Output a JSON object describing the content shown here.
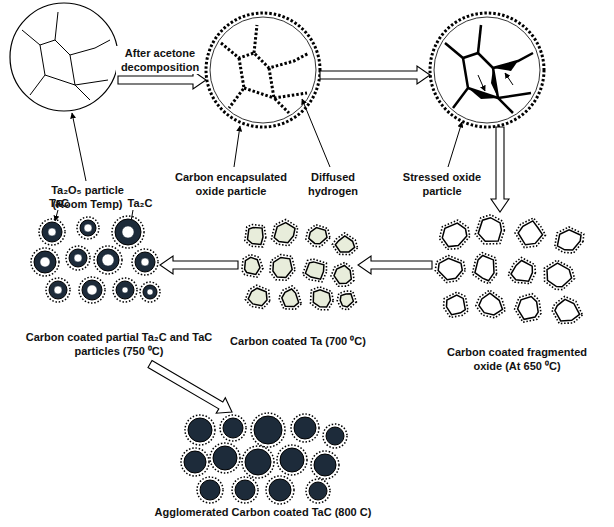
{
  "diagram": {
    "nodes": [
      {
        "text": [
          "Ta₂O₅ particle (Room Temp)"
        ]
      },
      {
        "text": [
          "Carbon encapsulated oxide particle",
          "Diffused hydrogen"
        ]
      },
      {
        "text": [
          "Stressed oxide particle"
        ]
      },
      {
        "text": [
          "Carbon coated fragmented oxide (At 650 ⁰C)"
        ]
      },
      {
        "text": [
          "Carbon coated Ta (700 ⁰C)"
        ]
      },
      {
        "text": [
          "Carbon coated partial Ta₂C and TaC particles (750 ⁰C)",
          "TaC",
          "Ta₂C"
        ]
      },
      {
        "text": [
          "Agglomerated Carbon coated TaC (800 C)"
        ]
      }
    ],
    "edges": [
      {
        "from": 0,
        "to": 1,
        "label": "After acetone decomposition",
        "arrow": "to"
      },
      {
        "from": 1,
        "to": 2,
        "arrow": "to"
      },
      {
        "from": 2,
        "to": 3,
        "arrow": "to"
      },
      {
        "from": 3,
        "to": 4,
        "arrow": "to"
      },
      {
        "from": 4,
        "to": 5,
        "arrow": "to"
      },
      {
        "from": 5,
        "to": 6,
        "arrow": "to"
      }
    ]
  }
}
